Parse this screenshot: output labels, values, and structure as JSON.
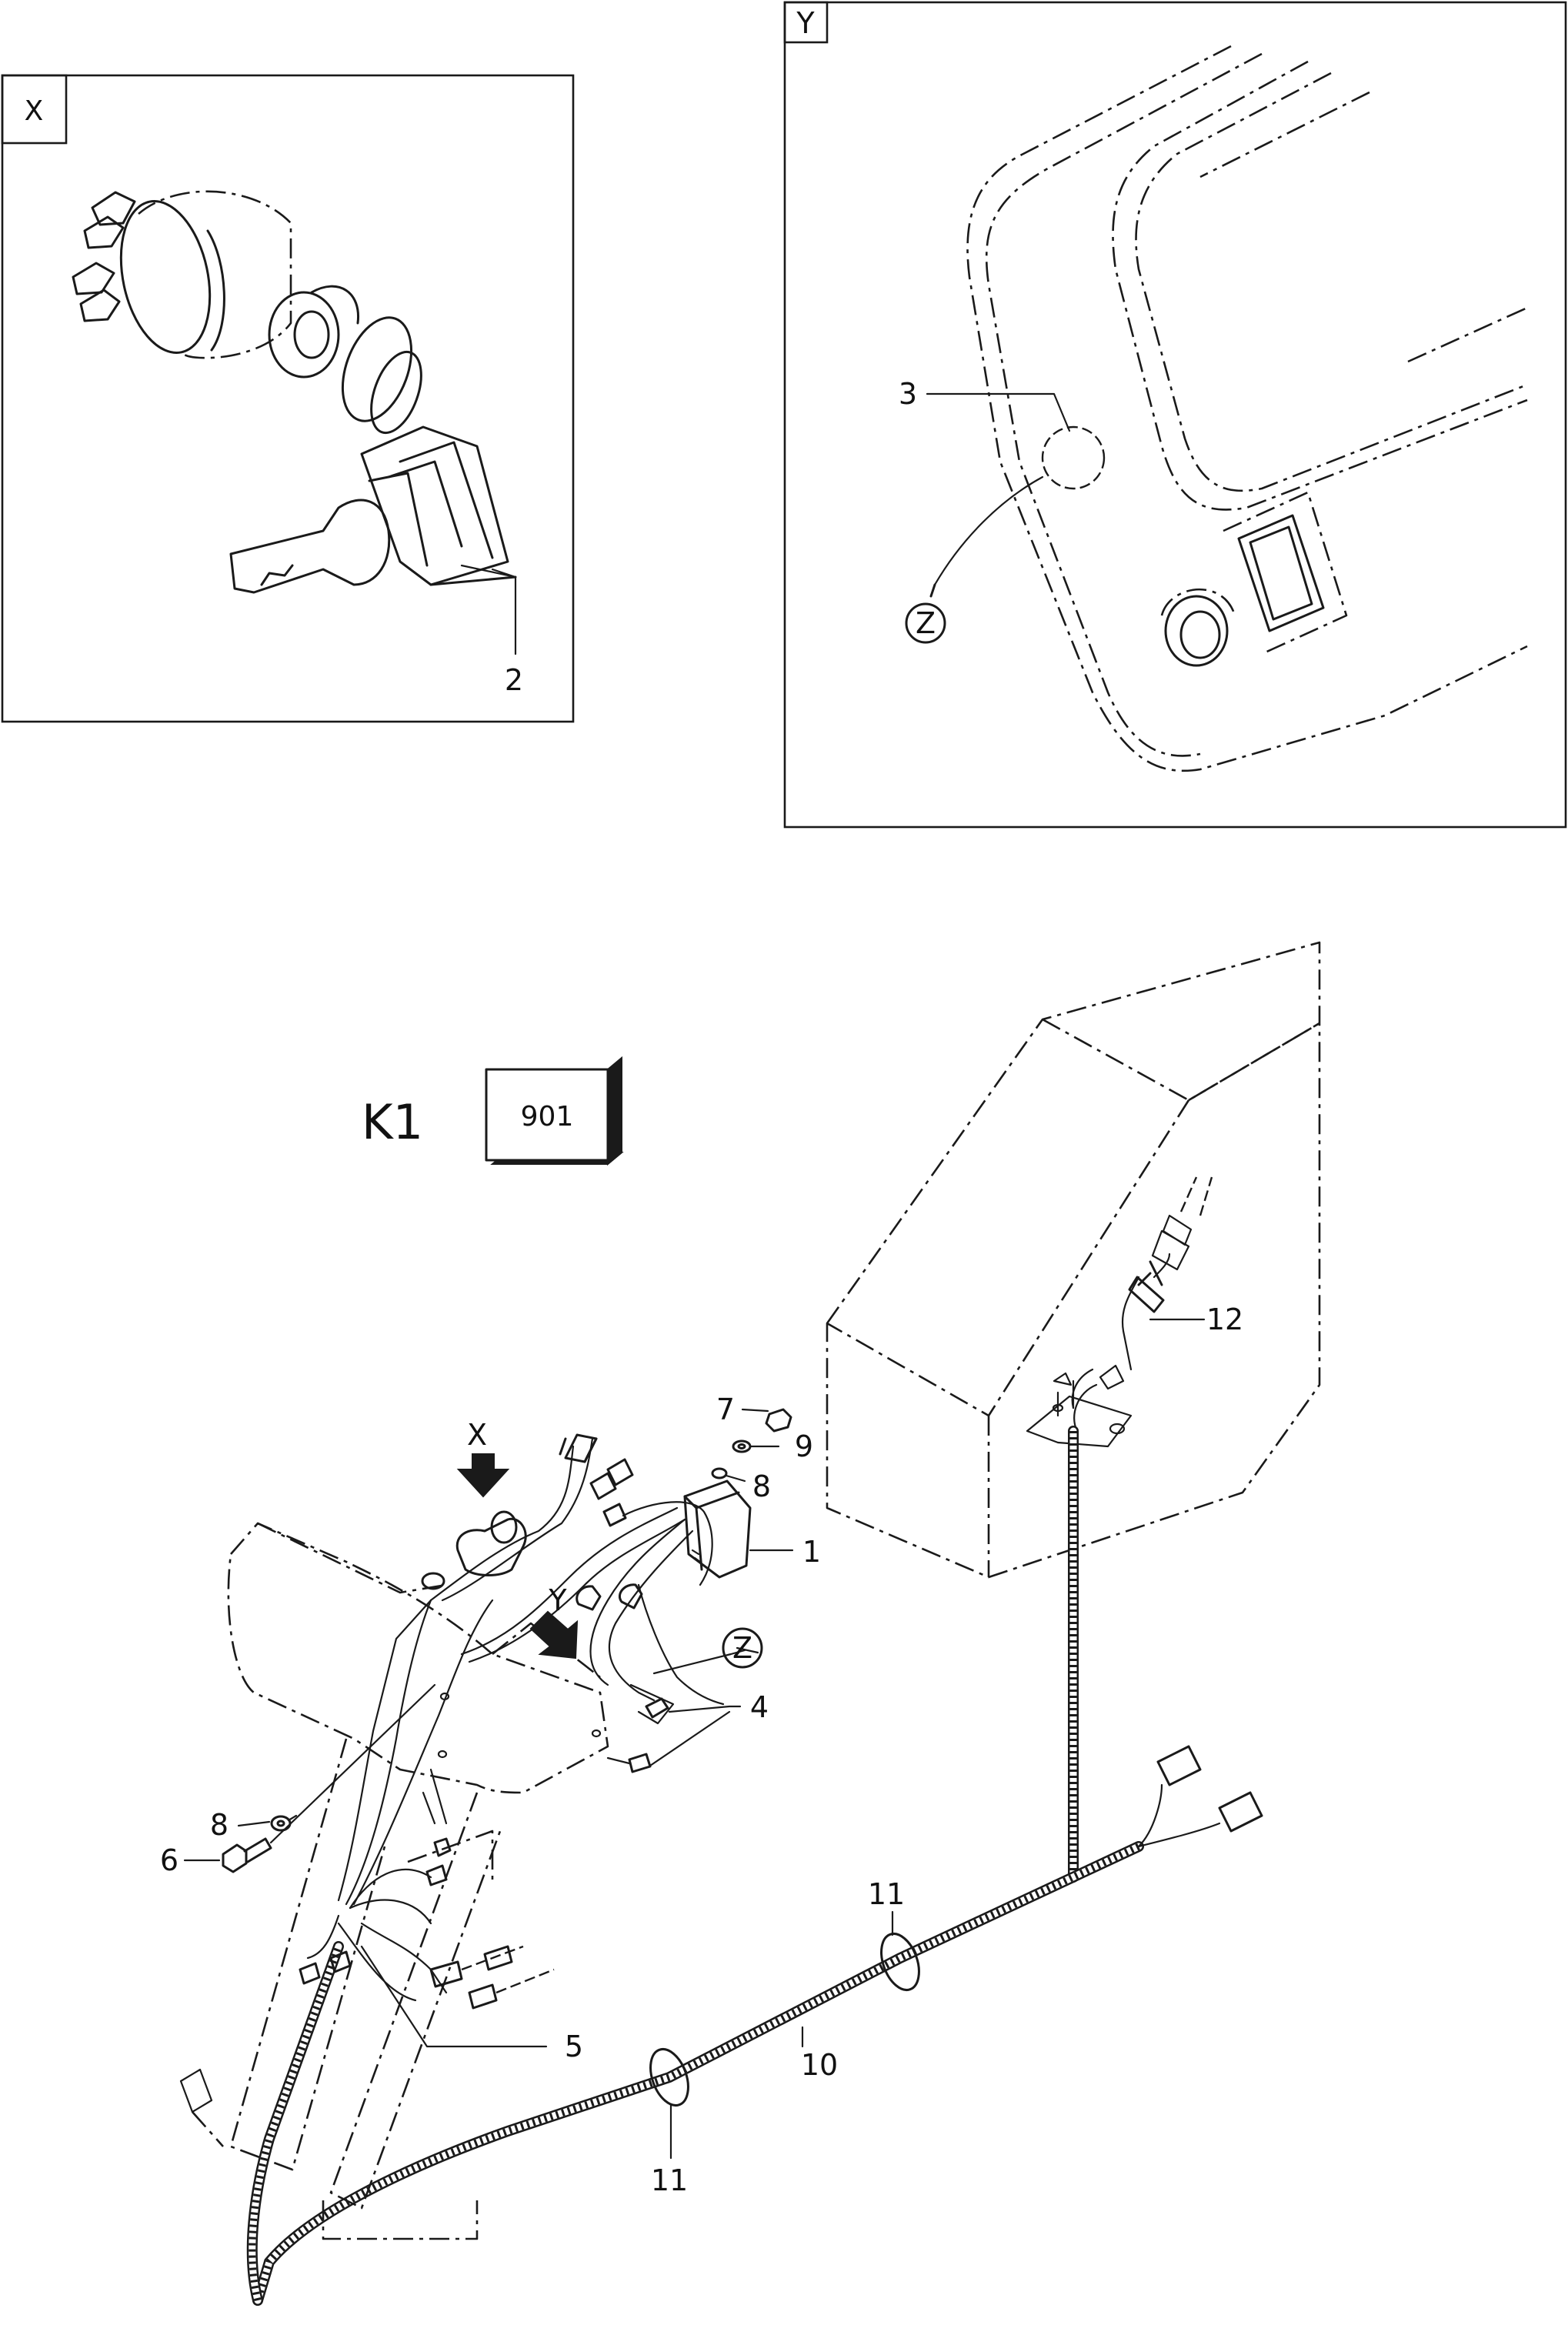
{
  "panels": {
    "x_label": "X",
    "y_label": "Y"
  },
  "section": {
    "id": "K1",
    "ref": "901"
  },
  "views": {
    "x_arrow": "X",
    "y_arrow": "Y",
    "z_ref": "Z"
  },
  "callouts": {
    "p1": "1",
    "p2": "2",
    "p3": "3",
    "p4": "4",
    "p5": "5",
    "p6": "6",
    "p7": "7",
    "p8a": "8",
    "p8b": "8",
    "p9": "9",
    "p10": "10",
    "p11a": "11",
    "p11b": "11",
    "p12": "12"
  }
}
